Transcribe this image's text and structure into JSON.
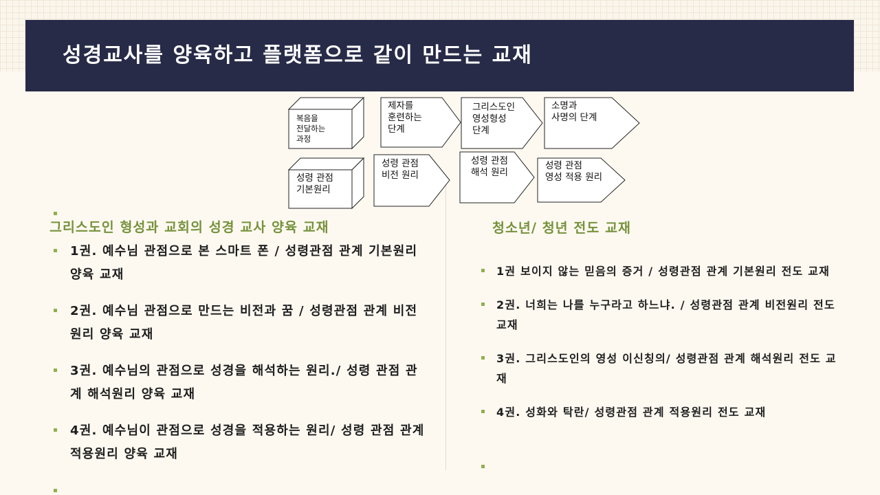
{
  "title": "성경교사를 양육하고 플랫폼으로 같이 만드는 교재",
  "colors": {
    "title_bar": "#272b48",
    "accent_green": "#76923c",
    "bullet": "#8fb04e",
    "background": "#fdf9f1"
  },
  "flow": {
    "top_row": [
      "복음을\n전달하는\n과정",
      "제자를\n훈련하는\n단계",
      "그리스도인\n영성형성\n단계",
      "소명과\n사명의 단계"
    ],
    "bottom_row": [
      "성령 관점\n기본원리",
      "성령 관점\n비전 원리",
      "성령 관점\n해석 원리",
      "성령 관점\n영성 적용 원리"
    ]
  },
  "left_section": {
    "heading": "그리스도인 형성과 교회의 성경 교사 양육 교재",
    "items": [
      "1권. 예수님 관점으로 본 스마트 폰  / 성령관점 관계 기본원리 양육 교재",
      "2권. 예수님 관점으로 만드는 비전과 꿈 / 성령관점 관계  비전원리 양육 교재",
      "3권. 예수님의 관점으로 성경을 해석하는 원리./ 성령 관점 관계 해석원리 양육 교재",
      "4권. 예수님이 관점으로 성경을 적용하는 원리/ 성령 관점 관계 적용원리 양육 교재"
    ]
  },
  "right_section": {
    "heading": "청소년/ 청년 전도 교재",
    "items": [
      "1권 보이지 않는 믿음의 증거 / 성령관점 관계 기본원리 전도 교재",
      "2권. 너희는 나를 누구라고 하느냐. / 성령관점 관계 비전원리 전도 교재",
      "3권. 그리스도인의 영성 이신칭의/ 성령관점 관계 해석원리 전도 교재",
      "4권.  성화와 탁란/ 성령관점 관계 적용원리 전도 교재"
    ]
  }
}
